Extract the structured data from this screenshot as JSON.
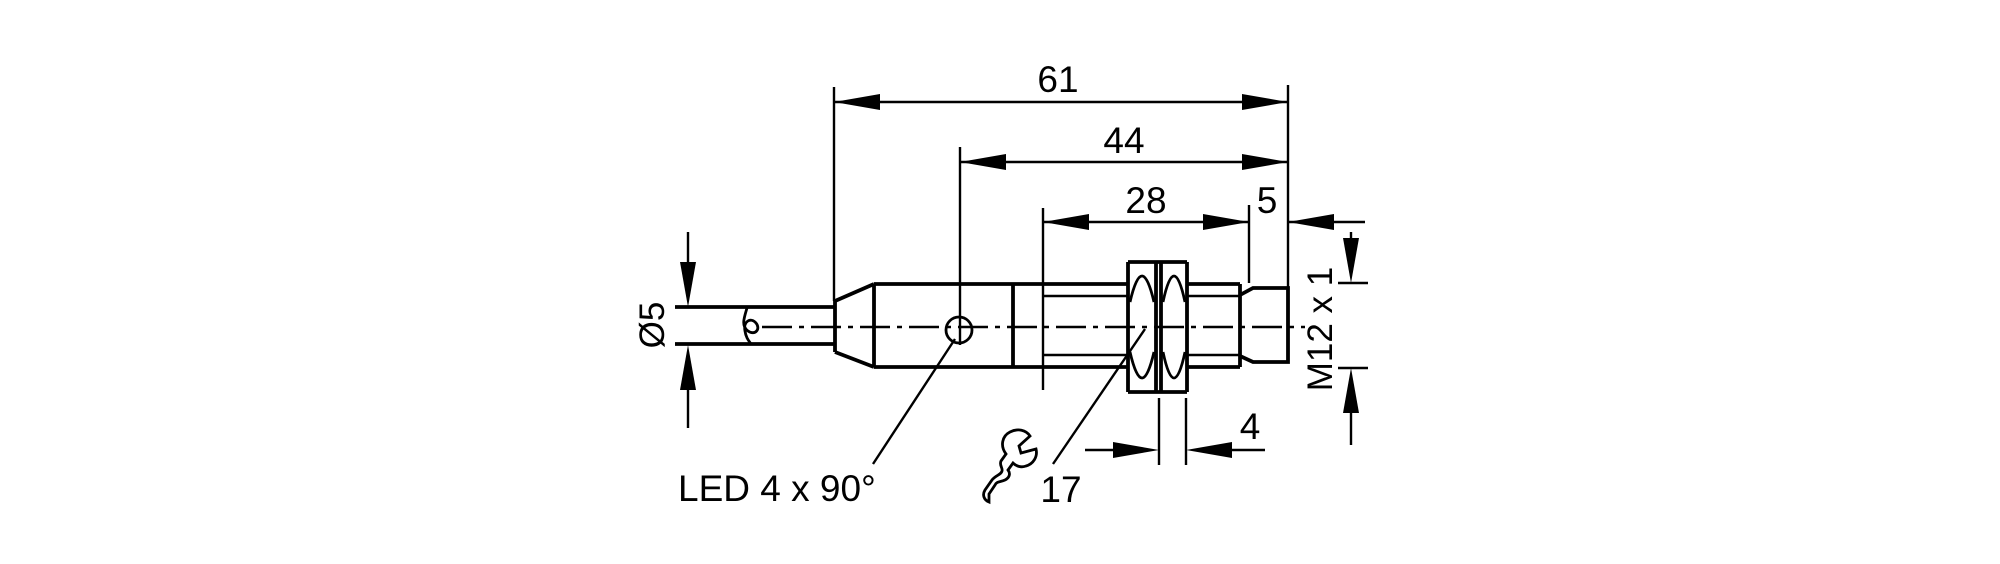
{
  "drawing": {
    "kind": "sensor-dimensional-drawing",
    "dimensions": {
      "overall_length": "61",
      "rear_section_length": "44",
      "thread_length": "28",
      "tip_length": "5",
      "cable_diameter": "Ø5",
      "thread_spec": "M12 x 1",
      "nut_width": "4",
      "wrench_size": "17"
    },
    "annotations": {
      "led_label": "LED 4 x 90°"
    },
    "colors": {
      "line": "#000000",
      "background": "#ffffff"
    }
  }
}
